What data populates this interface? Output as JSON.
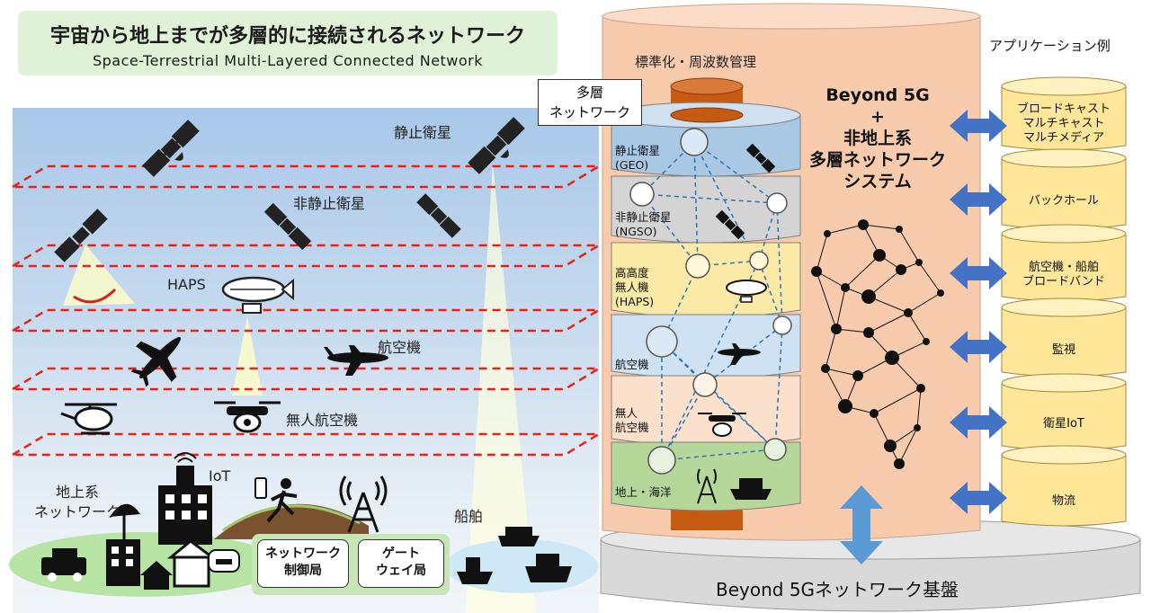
{
  "title": {
    "jp": "宇宙から地上までが多層的に接続されるネットワーク",
    "en": "Space-Terrestrial Multi-Layered Connected Network"
  },
  "left_labels": {
    "geo_sat": "静止衛星",
    "ngso_sat": "非静止衛星",
    "haps": "HAPS",
    "aircraft": "航空機",
    "drone": "無人航空機",
    "iot": "IoT",
    "ground_network": [
      "地上系",
      "ネットワーク"
    ],
    "ship": "船舶",
    "control_station": [
      "ネットワーク",
      "制御局"
    ],
    "gateway_station": [
      "ゲート",
      "ウェイ局"
    ]
  },
  "center": {
    "top_label": "標準化・周波数管理",
    "multilayer_label": [
      "多層",
      "ネットワーク"
    ],
    "layers": [
      {
        "lines": [
          "静止衛星",
          "(GEO)"
        ],
        "color": "#a9c8e4"
      },
      {
        "lines": [
          "非静止衛星",
          "(NGSO)"
        ],
        "color": "#d4d4d4"
      },
      {
        "lines": [
          "高高度",
          "無人機",
          "(HAPS)"
        ],
        "color": "#fbe9a6"
      },
      {
        "lines": [
          "航空機"
        ],
        "color": "#cfe2f3"
      },
      {
        "lines": [
          "無人",
          "航空機"
        ],
        "color": "#fbe0cc"
      },
      {
        "lines": [
          "地上・海洋"
        ],
        "color": "#b5d79a"
      }
    ],
    "system_title": [
      "Beyond 5G",
      "+",
      "非地上系",
      "多層ネットワーク",
      "システム"
    ],
    "base_label": "Beyond 5Gネットワーク基盤"
  },
  "applications": {
    "header": "アプリケーション例",
    "items": [
      [
        "ブロードキャスト",
        "マルチキャスト",
        "マルチメディア"
      ],
      [
        "バックホール"
      ],
      [
        "航空機・船舶",
        "ブロードバンド"
      ],
      [
        "監視"
      ],
      [
        "衛星IoT"
      ],
      [
        "物流"
      ]
    ]
  },
  "colors": {
    "orbit_line": "#e8221b",
    "cylinder_fill": "#f8cbad",
    "base_fill": "#d9d9d9",
    "app_fill": "#ffe699",
    "arrow": "#4472c4",
    "core": "#c55a11"
  }
}
